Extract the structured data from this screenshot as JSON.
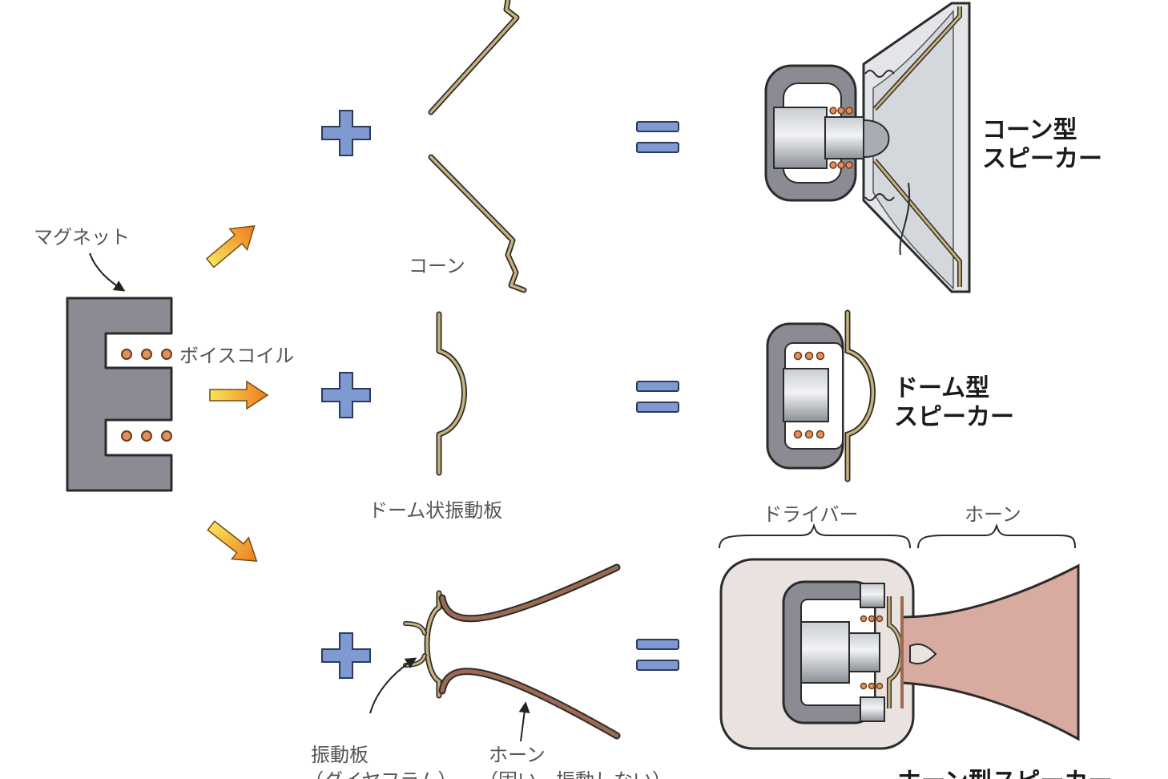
{
  "labels": {
    "magnet": "マグネット",
    "voice_coil": "ボイスコイル",
    "cone": "コーン",
    "dome_diaphragm": "ドーム状振動板",
    "diaphragm": "振動板",
    "diaphragm_sub": "（ダイヤフラム）",
    "horn": "ホーン",
    "horn_sub": "（固い、振動しない）",
    "driver": "ドライバー",
    "horn_section": "ホーン"
  },
  "speakers": {
    "cone_line1": "コーン型",
    "cone_line2": "スピーカー",
    "dome_line1": "ドーム型",
    "dome_line2": "スピーカー",
    "horn_title": "ホーン型スピーカー"
  },
  "colors": {
    "magnet_gray": "#8b8b93",
    "operator_blue": "#7e9ad0",
    "diaphragm_tan": "#c8b27a",
    "horn_brown": "#9c6a52",
    "horn_pink": "#d9aaa0",
    "coil_orange": "#e0905c",
    "arrow_gradient_start": "#f5e55a",
    "arrow_gradient_end": "#f07a1e",
    "horn_housing": "#e9e2de"
  }
}
